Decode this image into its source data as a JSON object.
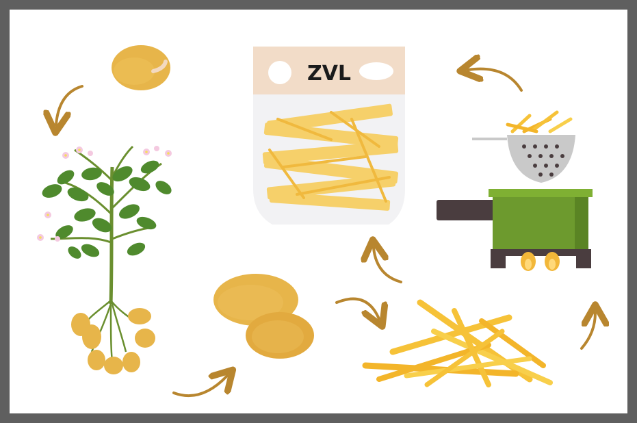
{
  "package": {
    "brand": "ZVL",
    "tagline": "",
    "badge_left": "",
    "badge_right": ""
  },
  "colors": {
    "frame": "#5f5f5f",
    "canvas": "#ffffff",
    "potato": "#e7b54a",
    "potato_dark": "#d79d2f",
    "arrow": "#b8862f",
    "fries": "#f6c238",
    "leaf": "#4f8a2d",
    "stem": "#6a8f2f",
    "pot": "#6d9a2e",
    "handle": "#4a3d3f",
    "colander": "#c9c9c9",
    "flame": "#f2b739"
  },
  "stages": [
    {
      "id": "seed-potato",
      "icon": "potato-icon"
    },
    {
      "id": "potato-plant",
      "icon": "plant-icon"
    },
    {
      "id": "harvested-potatoes",
      "icon": "potatoes-icon"
    },
    {
      "id": "cut-fries",
      "icon": "fries-icon"
    },
    {
      "id": "blanching-pot",
      "icon": "pot-icon"
    },
    {
      "id": "packaged-fries",
      "icon": "package-icon"
    }
  ]
}
